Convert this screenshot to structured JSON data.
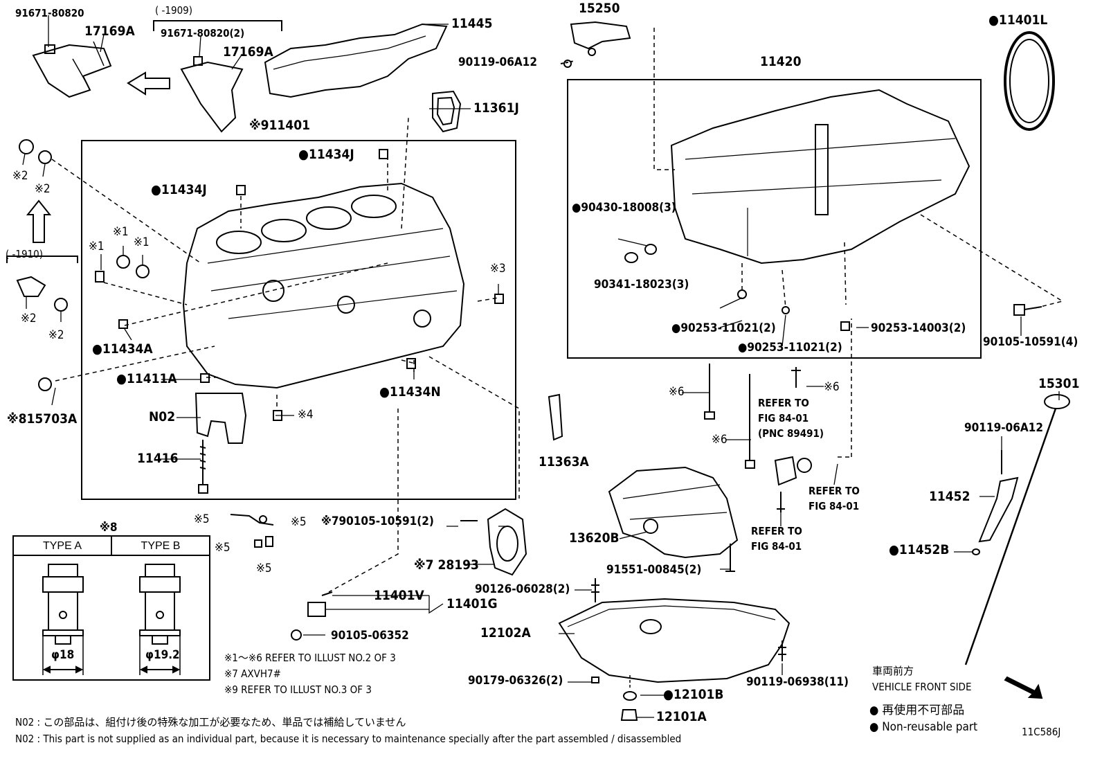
{
  "diagram_id": "11C586J",
  "parts": {
    "p91671_80820": "91671-80820",
    "p17169A_1": "17169A",
    "range_1909": "(      -1909)",
    "p91671_80820_2": "91671-80820(2)",
    "p17169A_2": "17169A",
    "p11445": "11445",
    "p15250": "15250",
    "p90119_06A12_top": "90119-06A12",
    "p11401L": "11401L",
    "p11420": "11420",
    "p11361J": "11361J",
    "p11401": "11401",
    "p11434J_1": "11434J",
    "p11434J_2": "11434J",
    "mark2_a": "※2",
    "mark2_b": "※2",
    "range_1910": "(      -1910)",
    "mark1_a": "※1",
    "mark1_b": "※1",
    "mark1_c": "※1",
    "mark2_c": "※2",
    "mark2_d": "※2",
    "mark3": "※3",
    "p11434A": "11434A",
    "p11411A": "11411A",
    "p15703A": "15703A",
    "mark8_prefix": "※8",
    "p11434N": "11434N",
    "pN02": "N02",
    "mark4": "※4",
    "p11416": "11416",
    "p11363A": "11363A",
    "p90430_18008": "90430-18008(3)",
    "p90341_18023": "90341-18023(3)",
    "p90253_11021_a": "90253-11021(2)",
    "p90253_11021_b": "90253-11021(2)",
    "p90253_14003": "90253-14003(2)",
    "p90105_10591_4": "90105-10591(4)",
    "mark6_a": "※6",
    "mark6_b": "※6",
    "mark6_c": "※6",
    "refer_1a": "REFER TO",
    "refer_1b": "FIG 84-01",
    "refer_1c": "(PNC 89491)",
    "refer_2a": "REFER TO",
    "refer_2b": "FIG 84-01",
    "refer_3a": "REFER TO",
    "refer_3b": "FIG 84-01",
    "p15301": "15301",
    "p90119_06A12_b": "90119-06A12",
    "p11452": "11452",
    "p11452B": "11452B",
    "p13620B": "13620B",
    "p91551_00845": "91551-00845(2)",
    "mark5_a": "※5",
    "mark5_b": "※5",
    "mark5_c": "※5",
    "mark5_d": "※5",
    "p90105_10591_2": "※790105-10591(2)",
    "p28193": "28193",
    "mark7": "※7",
    "p90126_06028": "90126-06028(2)",
    "p12102A": "12102A",
    "p11401V": "11401V",
    "p11401G": "11401G",
    "p90105_06352": "90105-06352",
    "p90179_06326": "90179-06326(2)",
    "p90119_06938": "90119-06938(11)",
    "p12101B": "12101B",
    "p12101A": "12101A",
    "mark9": "※9"
  },
  "type_table": {
    "title": "※8",
    "type_a": "TYPE A",
    "type_b": "TYPE B",
    "dim_a": "φ18",
    "dim_b": "φ19.2"
  },
  "notes": {
    "n1": "※1～※6  REFER TO ILLUST NO.2 OF 3",
    "n2": "※7 AXVH7#",
    "n3": "※9 REFER TO ILLUST NO.3 OF 3",
    "n02_jp": "N02 : この部品は、組付け後の特殊な加工が必要なため、単品では補給していません",
    "n02_en": "N02 : This part is not supplied as an individual part, because it is necessary to maintenance specially after the part assembled / disassembled"
  },
  "legend": {
    "front_jp": "車両前方",
    "front_en": "VEHICLE FRONT SIDE",
    "nonreuse_jp": "● 再使用不可部品",
    "nonreuse_en": "● Non-reusable part"
  }
}
